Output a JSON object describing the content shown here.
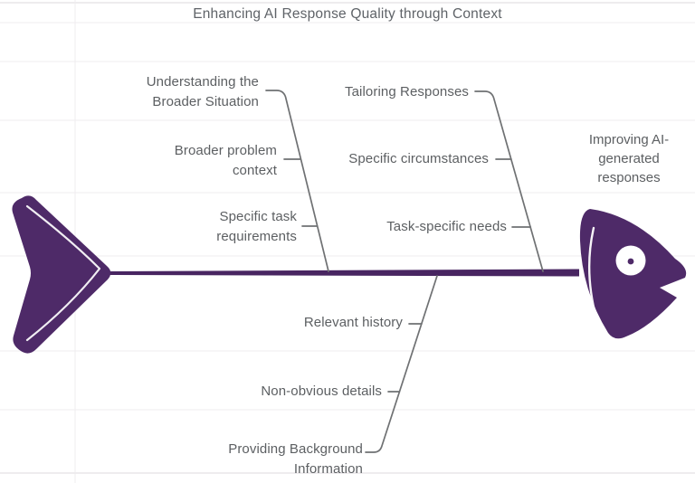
{
  "title": "Enhancing AI Response Quality through Context",
  "effect_label": "Improving AI-generated responses",
  "branches": {
    "top": [
      {
        "category": "Understanding the Broader Situation",
        "causes": [
          "Broader problem context",
          "Specific task requirements"
        ]
      },
      {
        "category": "Tailoring Responses",
        "causes": [
          "Specific circumstances",
          "Task-specific needs"
        ]
      }
    ],
    "bottom": [
      {
        "category": "Providing Background Information",
        "causes": [
          "Relevant history",
          "Non-obvious details"
        ]
      }
    ]
  },
  "colors": {
    "fish": "#4e2a68",
    "spine": "#482561",
    "line": "#6f7173",
    "text": "#5c5f62",
    "title": "#5f6368",
    "grid": "#efecef",
    "grid_strong": "#e8e5e8"
  }
}
